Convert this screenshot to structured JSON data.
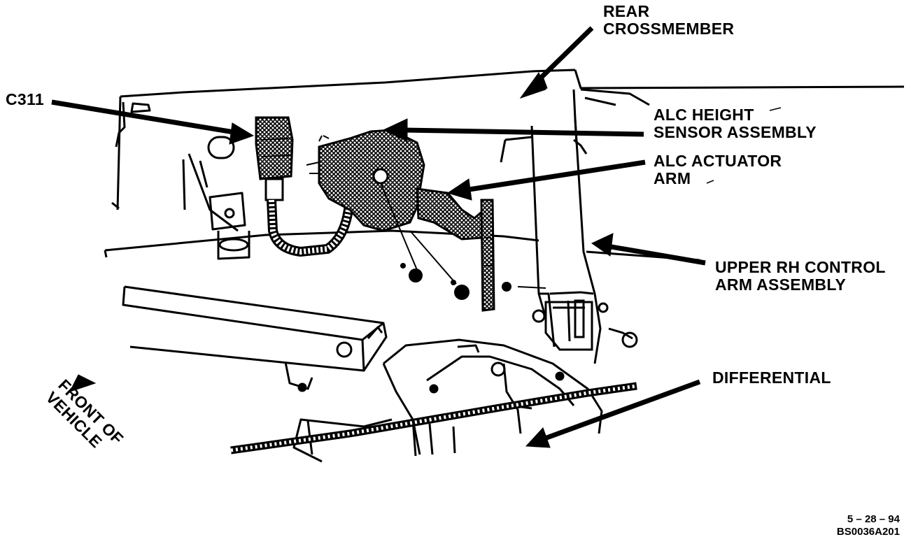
{
  "labels": {
    "rear_crossmember": [
      "REAR",
      "CROSSMEMBER"
    ],
    "c311": "C311",
    "alc_height_sensor": [
      "ALC HEIGHT",
      "SENSOR ASSEMBLY"
    ],
    "alc_actuator_arm": [
      "ALC ACTUATOR",
      "ARM"
    ],
    "upper_rh_control_arm": [
      "UPPER RH CONTROL",
      "ARM ASSEMBLY"
    ],
    "differential": "DIFFERENTIAL",
    "front_of_vehicle": [
      "FRONT OF",
      "VEHICLE"
    ]
  },
  "footer": {
    "date": "5 – 28 – 94",
    "code": "BS0036A201"
  },
  "colors": {
    "ink": "#000000",
    "paper": "#ffffff",
    "hatch": "#1a1a1a"
  }
}
